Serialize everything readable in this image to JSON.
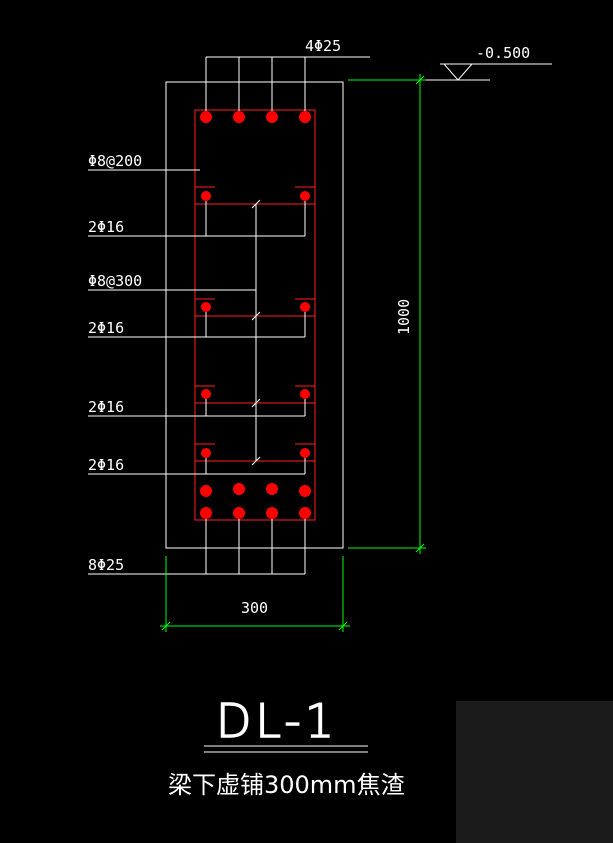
{
  "labels": {
    "top_bars": "4Φ25",
    "elevation": "-0.500",
    "stirrup_outer": "Φ8@200",
    "side_bars_1": "2Φ16",
    "stirrup_inner": "Φ8@300",
    "side_bars_2": "2Φ16",
    "side_bars_3": "2Φ16",
    "side_bars_4": "2Φ16",
    "bottom_bars": "8Φ25",
    "height_dim": "1000",
    "width_dim": "300",
    "title": "DL-1",
    "note": "梁下虚铺300mm焦渣"
  },
  "colors": {
    "background": "#000000",
    "lines": "#ffffff",
    "rebar": "#ff0000",
    "stirrup": "#ff2020",
    "dimension": "#00ff00",
    "corner_panel": "#1b1b1b"
  }
}
